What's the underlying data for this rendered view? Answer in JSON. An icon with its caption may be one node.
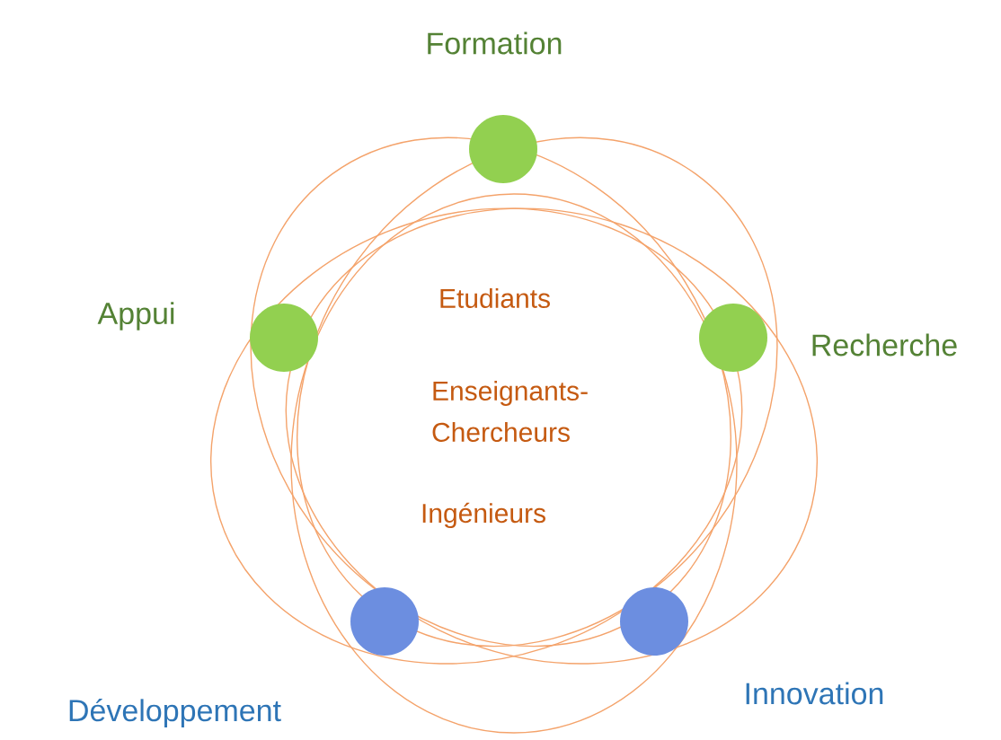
{
  "diagram": {
    "nodes": [
      {
        "text": [],
        "shape": "circle",
        "beside": [
          "Formation"
        ]
      },
      {
        "text": [],
        "shape": "circle",
        "beside": [
          "Appui"
        ]
      },
      {
        "text": [],
        "shape": "circle",
        "beside": [
          "Recherche"
        ]
      },
      {
        "text": [],
        "shape": "circle",
        "beside": [
          "Développement"
        ]
      },
      {
        "text": [],
        "shape": "circle",
        "beside": [
          "Innovation"
        ]
      }
    ],
    "labels": [
      "Etudiants",
      "Enseignants-Chercheurs",
      "Ingénieurs"
    ]
  }
}
